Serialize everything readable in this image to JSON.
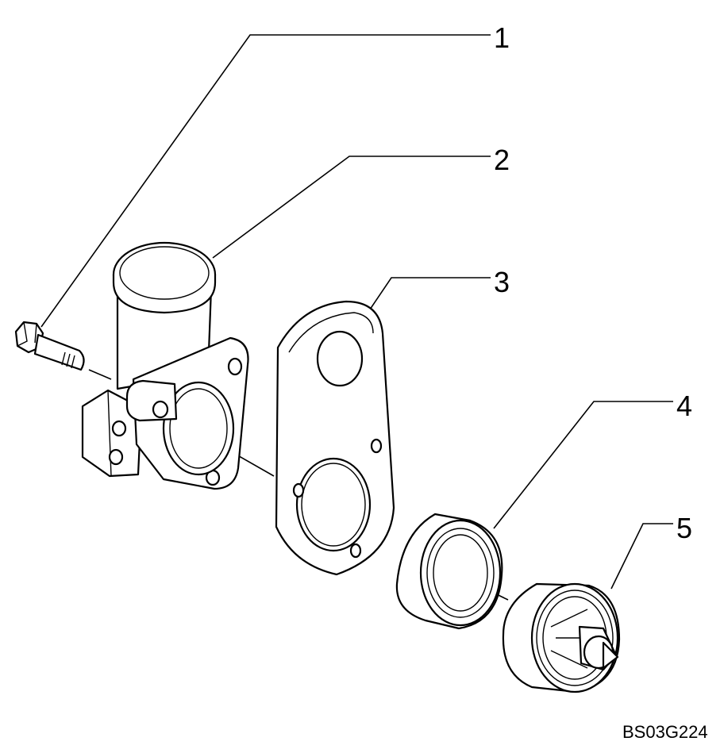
{
  "callouts": [
    {
      "number": "1",
      "part": "bolt"
    },
    {
      "number": "2",
      "part": "thermostat-housing"
    },
    {
      "number": "3",
      "part": "gasket"
    },
    {
      "number": "4",
      "part": "seal-ring"
    },
    {
      "number": "5",
      "part": "thermostat"
    }
  ],
  "drawing_code": "BS03G224"
}
